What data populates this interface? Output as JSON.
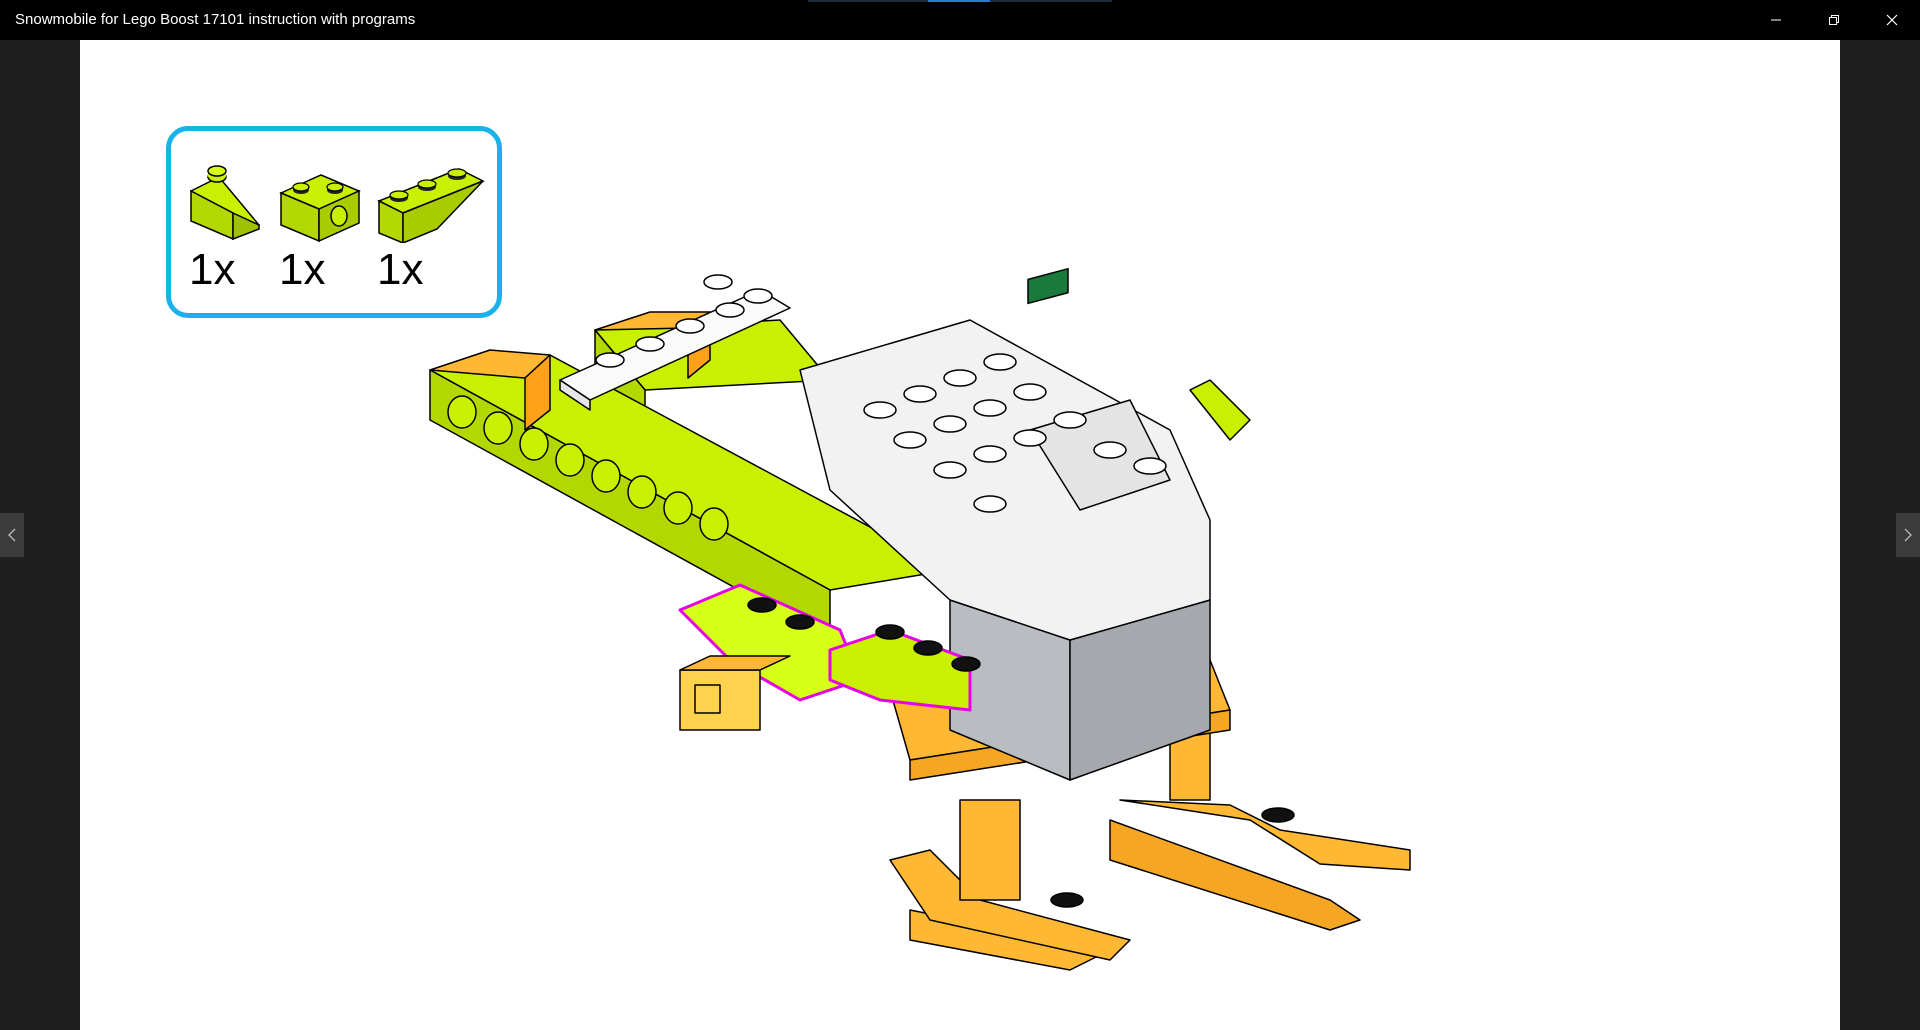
{
  "window": {
    "title": "Snowmobile for Lego Boost 17101 instruction with programs"
  },
  "parts_list": [
    {
      "icon": "slope-brick-icon",
      "quantity": "1x",
      "color": "#c8f000"
    },
    {
      "icon": "technic-brick-icon",
      "quantity": "1x",
      "color": "#c8f000"
    },
    {
      "icon": "inverted-slope-brick-icon",
      "quantity": "1x",
      "color": "#c8f000"
    }
  ],
  "colors": {
    "lime": "#c8f000",
    "orange": "#ffb833",
    "highlight": "#e600e6",
    "parts_box_border": "#19b3ea",
    "hub_white": "#f2f2f2",
    "hub_grey": "#a5a9ae"
  }
}
